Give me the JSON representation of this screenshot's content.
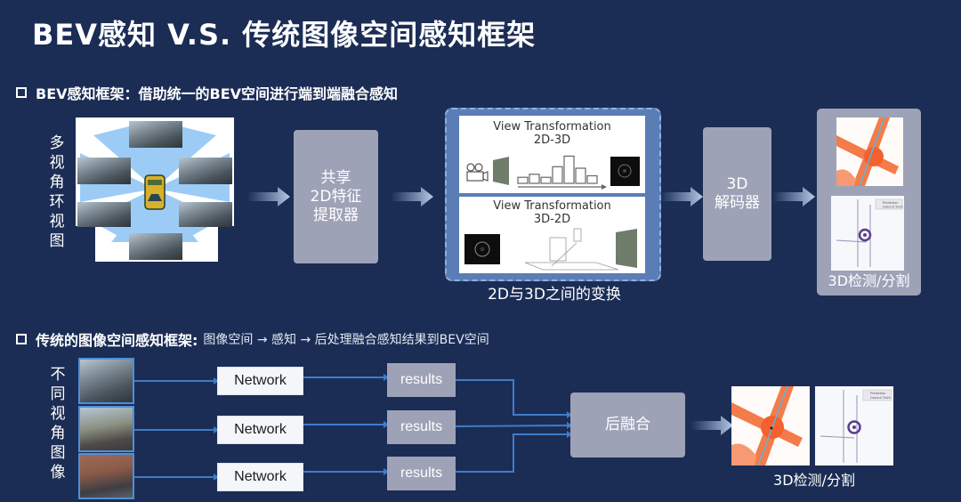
{
  "title": "BEV感知  V.S.  传统图像空间感知框架",
  "bev_section": {
    "heading": "BEV感知框架：借助统一的BEV空间进行端到端融合感知",
    "input_label": "多视角环视图",
    "input_icon": "surround-view-camera-mosaic",
    "extractor_label": "共享\n2D特征\n提取器",
    "view_transform": {
      "top_panel": {
        "title_line1": "View Transformation",
        "title_line2": "2D-3D",
        "icons": [
          "video-camera-icon",
          "camera-image-thumbnail",
          "depth-distribution-histogram",
          "bev-point-cloud-thumbnail"
        ],
        "depth_bins": [
          0.2,
          0.3,
          0.2,
          0.55,
          0.9,
          0.5,
          0.25
        ]
      },
      "bottom_panel": {
        "title_line1": "View Transformation",
        "title_line2": "3D-2D",
        "icons": [
          "bev-point-cloud-thumbnail",
          "projection-geometry-sketch",
          "camera-image-thumbnail"
        ]
      },
      "caption": "2D与3D之间的变换"
    },
    "decoder_label": "3D\n解码器",
    "output_caption": "3D检测/分割",
    "output_legend": [
      "Prediction",
      "Ground Truth"
    ]
  },
  "traditional_section": {
    "heading": "传统的图像空间感知框架:",
    "subheading": "图像空间 → 感知 → 后处理融合感知结果到BEV空间",
    "input_label": "不同视角图像",
    "network_labels": [
      "Network",
      "Network",
      "Network"
    ],
    "result_labels": [
      "results",
      "results",
      "results"
    ],
    "fusion_label": "后融合",
    "output_caption": "3D检测/分割",
    "output_legend": [
      "Prediction",
      "Ground Truth"
    ]
  },
  "colors": {
    "background": "#1b2d55",
    "box_gray": "#9ea2b7",
    "frame_blue": "#5a7db6",
    "line_blue": "#3f7cc8",
    "road_orange": "#f47b4a"
  }
}
